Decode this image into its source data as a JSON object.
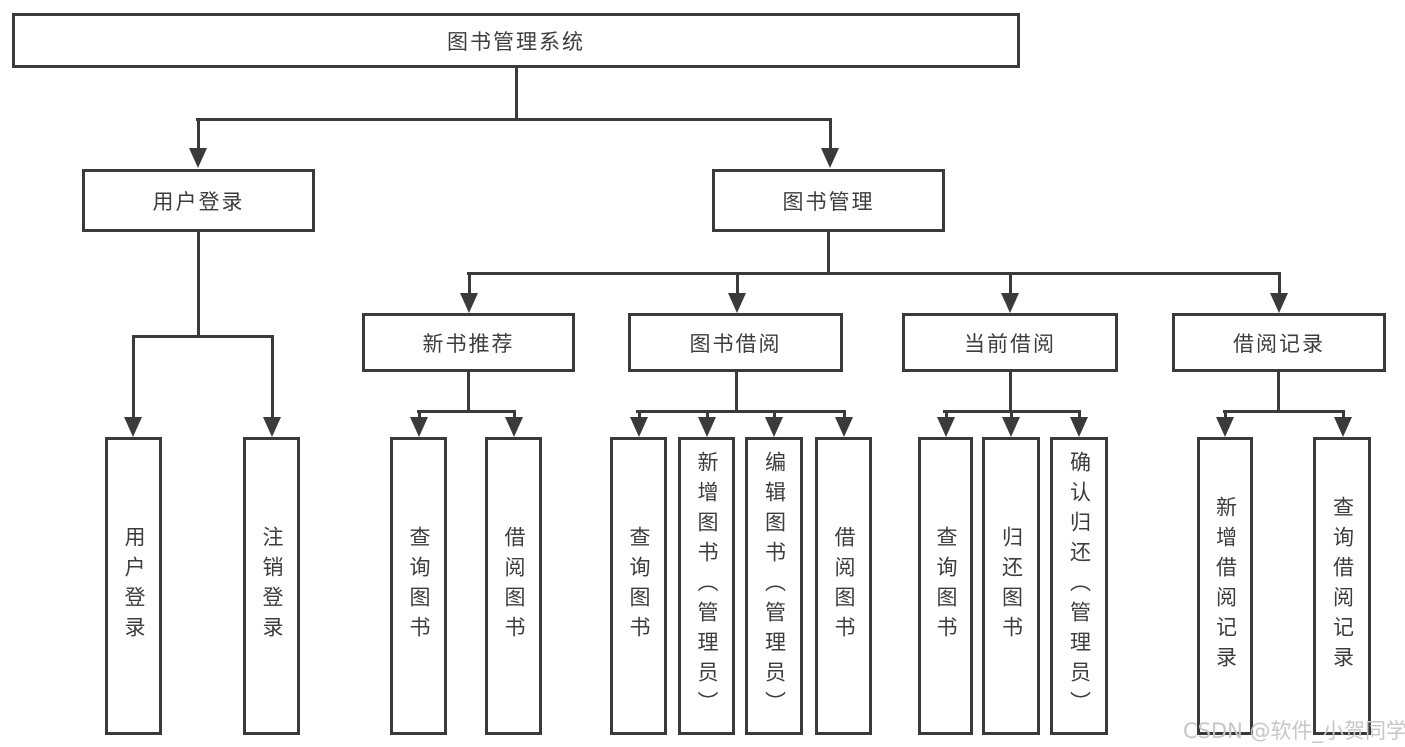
{
  "diagram_title": "图书管理系统",
  "tree": {
    "root": {
      "label": "图书管理系统"
    },
    "branches": {
      "user_login": {
        "label": "用户登录",
        "children": {
          "login": "用户登录",
          "logout": "注销登录"
        }
      },
      "book_management": {
        "label": "图书管理",
        "groups": {
          "new_book_recommend": {
            "label": "新书推荐",
            "children": {
              "query_books": "查询图书",
              "borrow_books": "借阅图书"
            }
          },
          "book_borrowing": {
            "label": "图书借阅",
            "children": {
              "query_books": "查询图书",
              "add_books": "新增图书（管理员）",
              "edit_books": "编辑图书（管理员）",
              "borrow_books": "借阅图书"
            }
          },
          "current_borrowing": {
            "label": "当前借阅",
            "children": {
              "query_books": "查询图书",
              "return_books": "归还图书",
              "confirm_return": "确认归还（管理员）"
            }
          },
          "borrowing_records": {
            "label": "借阅记录",
            "children": {
              "add_record": "新增借阅记录",
              "query_record": "查询借阅记录"
            }
          }
        }
      }
    }
  },
  "watermark": {
    "text": "CSDN @软件_小贺同学"
  },
  "colors": {
    "line": "#3a3a3a",
    "text": "#3d3d3d",
    "watermark": "#c6c6cc",
    "background": "#ffffff"
  }
}
